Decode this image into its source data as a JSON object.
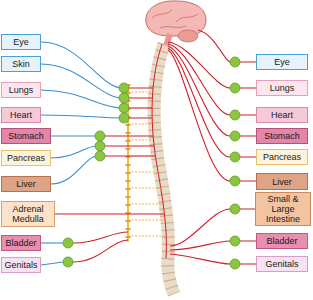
{
  "diagram": {
    "nodes": [
      {
        "text": [
          "Eye"
        ]
      },
      {
        "text": [
          "Skin"
        ]
      },
      {
        "text": [
          "Lungs"
        ]
      },
      {
        "text": [
          "Heart"
        ]
      },
      {
        "text": [
          "Stomach"
        ]
      },
      {
        "text": [
          "Pancreas"
        ]
      },
      {
        "text": [
          "Liver"
        ]
      },
      {
        "text": [
          "Adrenal Medulla"
        ]
      },
      {
        "text": [
          "Bladder"
        ]
      },
      {
        "text": [
          "Genitals"
        ]
      },
      {
        "text": [
          "Eye"
        ]
      },
      {
        "text": [
          "Lungs"
        ]
      },
      {
        "text": [
          "Heart"
        ]
      },
      {
        "text": [
          "Stomach"
        ]
      },
      {
        "text": [
          "Pancreas"
        ]
      },
      {
        "text": [
          "Liver"
        ]
      },
      {
        "text": [
          "Small & Large Intestine"
        ]
      },
      {
        "text": [
          "Bladder"
        ]
      },
      {
        "text": [
          "Genitals"
        ]
      }
    ]
  }
}
